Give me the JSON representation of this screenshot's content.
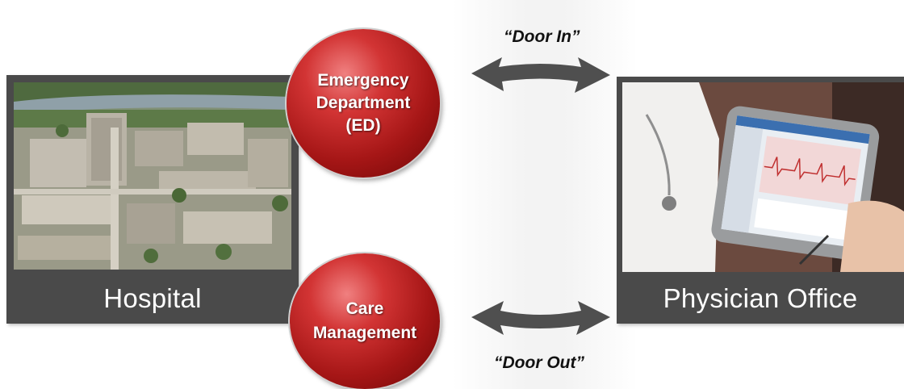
{
  "hospital": {
    "label": "Hospital",
    "image": "aerial-hospital-campus-photo"
  },
  "physician": {
    "label": "Physician Office",
    "image": "doctor-tablet-ecg-photo"
  },
  "circles": {
    "ed": {
      "label": "Emergency\nDepartment\n(ED)"
    },
    "care": {
      "label": "Care\nManagement"
    }
  },
  "flows": {
    "door_in": "“Door In”",
    "door_out": "“Door Out”"
  },
  "colors": {
    "panel": "#4a4a4a",
    "circle": "#b31f1f",
    "arrow": "#505050"
  }
}
